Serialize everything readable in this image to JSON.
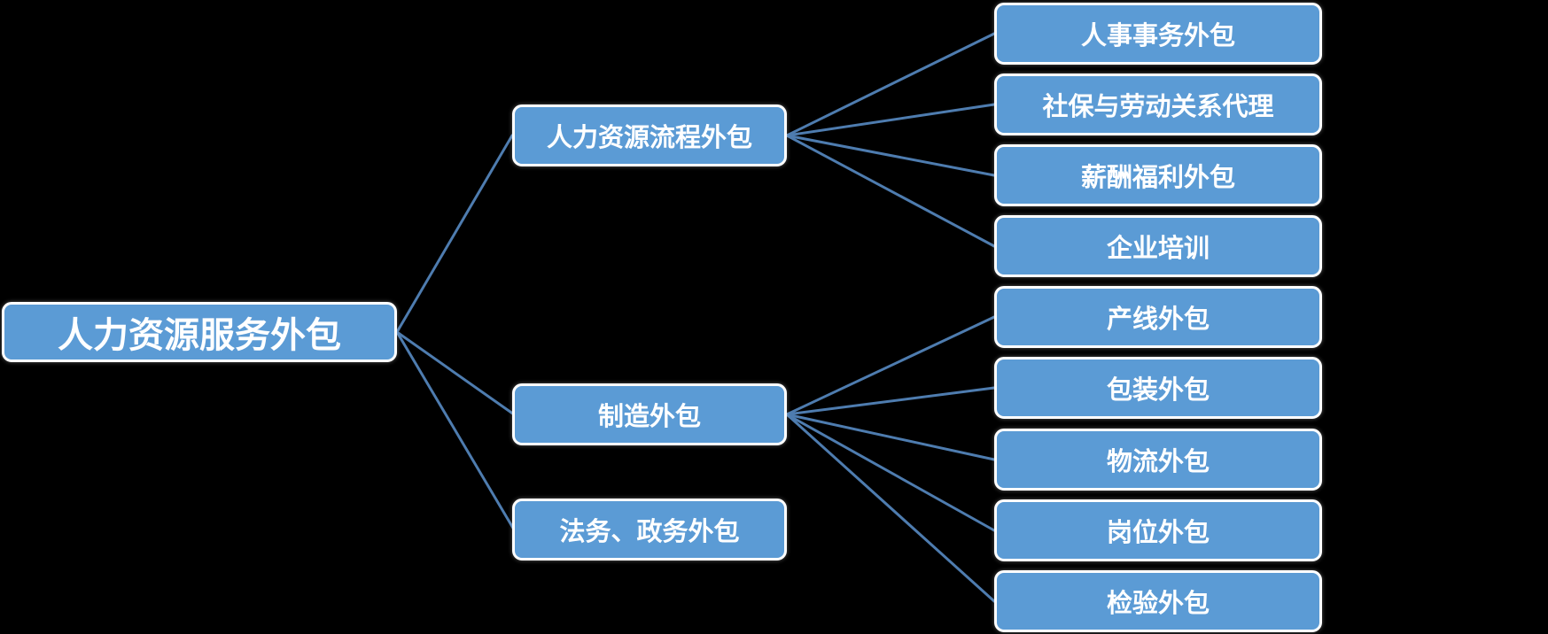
{
  "diagram": {
    "type": "tree",
    "background_color": "#000000",
    "node_fill_color": "#5B9BD5",
    "node_border_color": "#FFFFFF",
    "connector_color": "#4E7CAF",
    "text_color": "#FFFFFF",
    "root": {
      "label": "人力资源服务外包"
    },
    "branches": [
      {
        "label": "人力资源流程外包",
        "children": [
          {
            "label": "人事事务外包"
          },
          {
            "label": "社保与劳动关系代理"
          },
          {
            "label": "薪酬福利外包"
          },
          {
            "label": "企业培训"
          }
        ]
      },
      {
        "label": "制造外包",
        "children": [
          {
            "label": "产线外包"
          },
          {
            "label": "包装外包"
          },
          {
            "label": "物流外包"
          },
          {
            "label": "岗位外包"
          },
          {
            "label": "检验外包"
          }
        ]
      },
      {
        "label": "法务、政务外包",
        "children": []
      }
    ]
  }
}
